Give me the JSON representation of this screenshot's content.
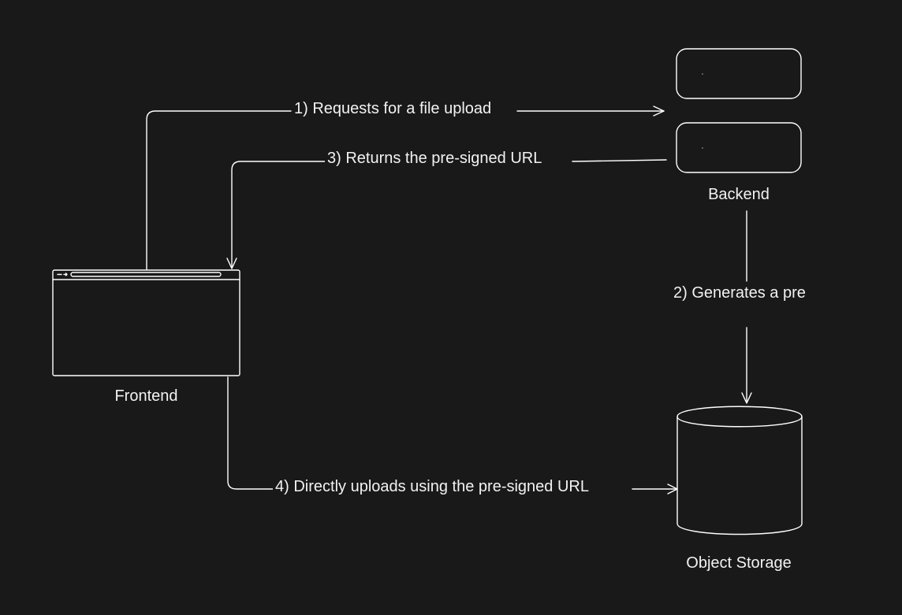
{
  "nodes": {
    "frontend": "Frontend",
    "backend": "Backend",
    "object_storage": "Object Storage"
  },
  "edges": {
    "step1": "1) Requests for a file upload",
    "step2": "2) Generates a pre",
    "step3": "3) Returns the pre-signed URL",
    "step4": "4) Directly uploads using the pre-signed URL"
  },
  "colors": {
    "background": "#191919",
    "stroke": "#ffffff",
    "text": "#f2f2f2"
  }
}
